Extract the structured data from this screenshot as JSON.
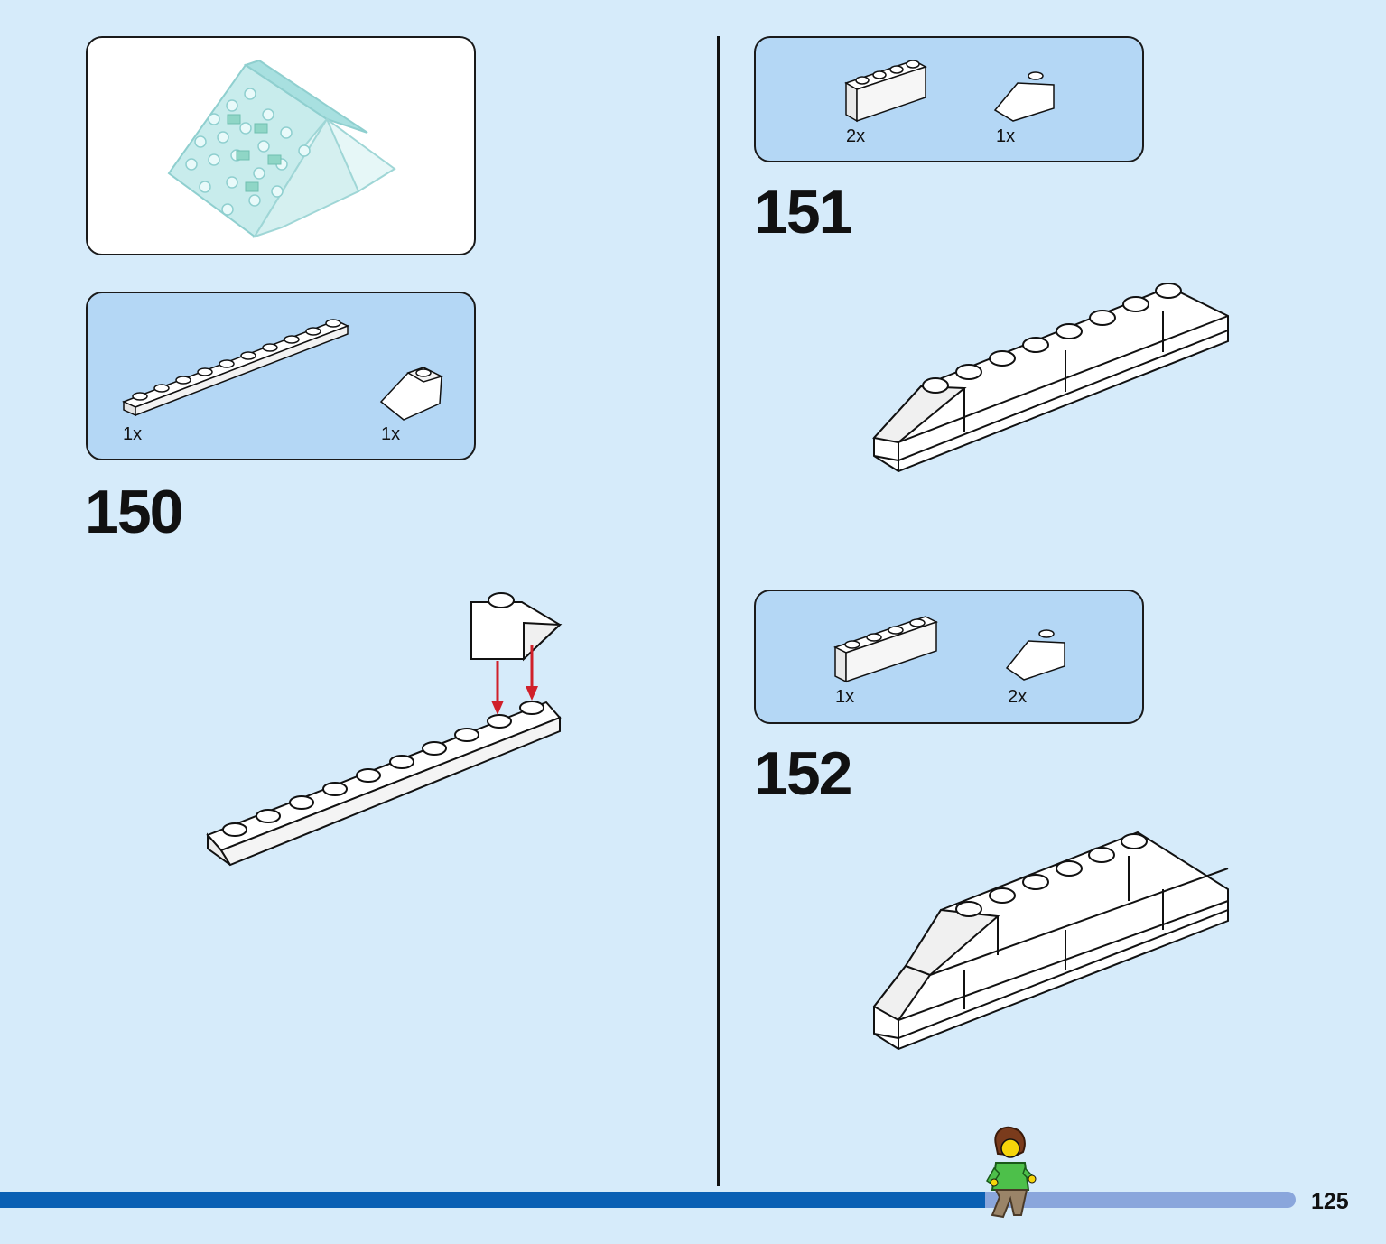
{
  "progress": {
    "fraction": 0.76
  },
  "page_number": "125",
  "context_view": {
    "image": "roof-assembly-preview"
  },
  "steps": [
    {
      "number": "150",
      "parts": [
        {
          "qty": "1x",
          "part": "plate-1x10-white"
        },
        {
          "qty": "1x",
          "part": "slope-1x2-white"
        }
      ]
    },
    {
      "number": "151",
      "parts": [
        {
          "qty": "2x",
          "part": "brick-1x4-white"
        },
        {
          "qty": "1x",
          "part": "slope-1x2-white"
        }
      ]
    },
    {
      "number": "152",
      "parts": [
        {
          "qty": "1x",
          "part": "brick-1x4-white"
        },
        {
          "qty": "2x",
          "part": "slope-1x2-white"
        }
      ]
    }
  ],
  "colors": {
    "background": "#d6ebfa",
    "parts_box": "#b4d7f5",
    "arrow": "#d0202a",
    "progress_done": "#0a60b4",
    "progress_rest": "#8aa6dc"
  }
}
